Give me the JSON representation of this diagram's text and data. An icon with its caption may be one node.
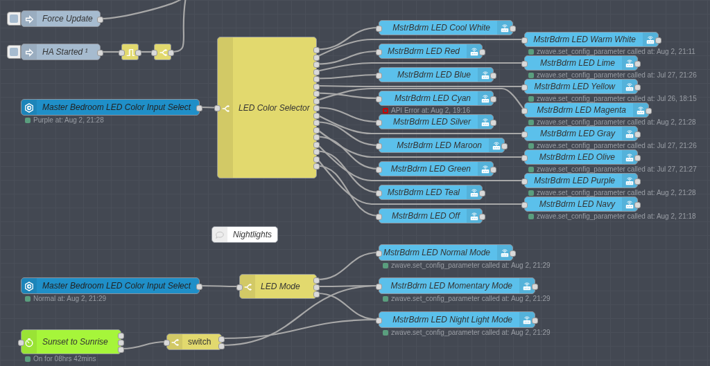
{
  "diagram": {
    "nodes": [
      {
        "text": [
          "Force Update"
        ]
      },
      {
        "text": [
          "HA Started ¹"
        ]
      },
      {
        "text": [],
        "shape": "box"
      },
      {
        "text": [],
        "shape": "box"
      },
      {
        "text": [
          "Master Bedroom LED Color Input Select"
        ],
        "beside": [
          "Purple at: Aug 2, 21:28"
        ]
      },
      {
        "text": [
          "LED Color Selector"
        ]
      },
      {
        "text": [
          "MstrBdrm LED Cool White"
        ]
      },
      {
        "text": [
          "MstrBdrm LED Warm White"
        ],
        "beside": [
          "zwave.set_config_parameter called at: Aug 2, 21:11"
        ]
      },
      {
        "text": [
          "MstrBdrm LED Red"
        ]
      },
      {
        "text": [
          "MstrBdrm LED Lime"
        ],
        "beside": [
          "zwave.set_config_parameter called at: Jul 27, 21:26"
        ]
      },
      {
        "text": [
          "MstrBdrm LED Blue"
        ]
      },
      {
        "text": [
          "MstrBdrm LED Yellow"
        ],
        "beside": [
          "zwave.set_config_parameter called at: Jul 26, 18:15"
        ]
      },
      {
        "text": [
          "MstrBdrm LED Cyan"
        ],
        "beside": [
          "API Error at: Aug 2, 19:16"
        ]
      },
      {
        "text": [
          "MstrBdrm LED Magenta"
        ],
        "beside": [
          "zwave.set_config_parameter called at: Aug 2, 21:28"
        ]
      },
      {
        "text": [
          "MstrBdrm LED Silver"
        ]
      },
      {
        "text": [
          "MstrBdrm LED Gray"
        ],
        "beside": [
          "zwave.set_config_parameter called at: Jul 27, 21:26"
        ]
      },
      {
        "text": [
          "MstrBdrm LED Maroon"
        ]
      },
      {
        "text": [
          "MstrBdrm LED Olive"
        ],
        "beside": [
          "zwave.set_config_parameter called at: Jul 27, 21:27"
        ]
      },
      {
        "text": [
          "MstrBdrm LED Green"
        ]
      },
      {
        "text": [
          "MstrBdrm LED Purple"
        ],
        "beside": [
          "zwave.set_config_parameter called at: Aug 2, 21:28"
        ]
      },
      {
        "text": [
          "MstrBdrm LED Teal"
        ]
      },
      {
        "text": [
          "MstrBdrm LED Navy"
        ],
        "beside": [
          "zwave.set_config_parameter called at: Aug 2, 21:18"
        ]
      },
      {
        "text": [
          "MstrBdrm LED Off"
        ]
      },
      {
        "text": [
          "Nightlights"
        ]
      },
      {
        "text": [
          "Master Bedroom LED Color Input Select"
        ],
        "beside": [
          "Normal at: Aug 2, 21:29"
        ]
      },
      {
        "text": [
          "LED Mode"
        ]
      },
      {
        "text": [
          "MstrBdrm LED Normal Mode"
        ],
        "beside": [
          "zwave.set_config_parameter called at: Aug 2, 21:29"
        ]
      },
      {
        "text": [
          "MstrBdrm LED Momentary Mode"
        ],
        "beside": [
          "zwave.set_config_parameter called at: Aug 2, 21:29"
        ]
      },
      {
        "text": [
          "MstrBdrm LED Night Light Mode"
        ],
        "beside": [
          "zwave.set_config_parameter called at: Aug 2, 21:29"
        ]
      },
      {
        "text": [
          "Sunset to Sunrise"
        ],
        "beside": [
          "On for 08hrs 42mins"
        ]
      },
      {
        "text": [
          "switch"
        ]
      }
    ],
    "edges": [
      {
        "from": 0,
        "to": null,
        "arrow": "none"
      },
      {
        "from": 1,
        "to": 2,
        "arrow": "none"
      },
      {
        "from": 2,
        "to": 3,
        "arrow": "none"
      },
      {
        "from": 3,
        "to": null,
        "arrow": "none"
      },
      {
        "from": 4,
        "to": 5,
        "arrow": "none"
      },
      {
        "from": 5,
        "to": 6,
        "arrow": "none"
      },
      {
        "from": 5,
        "to": 7,
        "arrow": "none"
      },
      {
        "from": 5,
        "to": 8,
        "arrow": "none"
      },
      {
        "from": 5,
        "to": 9,
        "arrow": "none"
      },
      {
        "from": 5,
        "to": 10,
        "arrow": "none"
      },
      {
        "from": 5,
        "to": 11,
        "arrow": "none"
      },
      {
        "from": 5,
        "to": 12,
        "arrow": "none"
      },
      {
        "from": 5,
        "to": 13,
        "arrow": "none"
      },
      {
        "from": 5,
        "to": 14,
        "arrow": "none"
      },
      {
        "from": 5,
        "to": 15,
        "arrow": "none"
      },
      {
        "from": 5,
        "to": 16,
        "arrow": "none"
      },
      {
        "from": 5,
        "to": 17,
        "arrow": "none"
      },
      {
        "from": 5,
        "to": 18,
        "arrow": "none"
      },
      {
        "from": 5,
        "to": 19,
        "arrow": "none"
      },
      {
        "from": 5,
        "to": 20,
        "arrow": "none"
      },
      {
        "from": 5,
        "to": 21,
        "arrow": "none"
      },
      {
        "from": 5,
        "to": 22,
        "arrow": "none"
      },
      {
        "from": 24,
        "to": 25,
        "arrow": "none"
      },
      {
        "from": 25,
        "to": 26,
        "arrow": "none"
      },
      {
        "from": 25,
        "to": 27,
        "arrow": "none"
      },
      {
        "from": 25,
        "to": 28,
        "arrow": "none"
      },
      {
        "from": 29,
        "to": 30,
        "arrow": "none"
      },
      {
        "from": 30,
        "to": 28,
        "arrow": "none"
      },
      {
        "from": 30,
        "to": 27,
        "arrow": "none"
      }
    ]
  }
}
